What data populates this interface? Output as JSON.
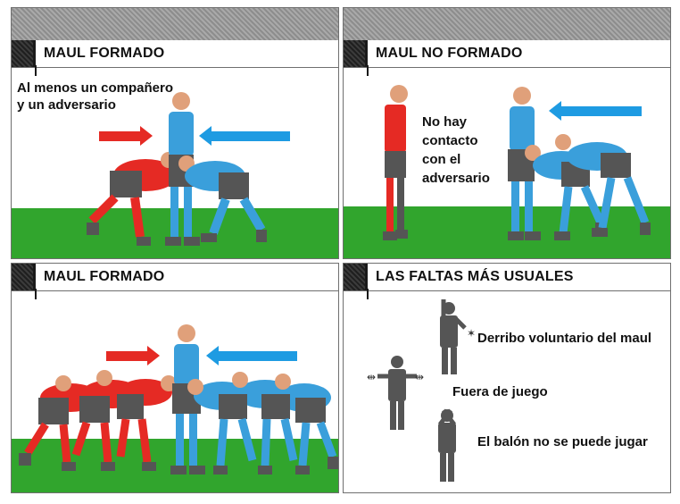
{
  "panels": {
    "top_left": {
      "title": "MAUL FORMADO",
      "caption_line1": "Al menos un compañero",
      "caption_line2": "y un adversario"
    },
    "top_right": {
      "title": "MAUL NO FORMADO",
      "caption_line1": "No hay",
      "caption_line2": "contacto",
      "caption_line3": "con el",
      "caption_line4": "adversario"
    },
    "bottom_left": {
      "title": "MAUL FORMADO"
    },
    "bottom_right": {
      "title": "LAS FALTAS MÁS USUALES",
      "item1": "Derribo voluntario del maul",
      "item2": "Fuera de juego",
      "item3": "El balón no se puede jugar"
    }
  },
  "colors": {
    "red_team": "#e52a24",
    "blue_team": "#3a9fdb",
    "grass": "#31a52d",
    "arrow_red": "#e52a24",
    "arrow_blue": "#1e9be2"
  },
  "icons": [
    "red-arrow-right-icon",
    "blue-arrow-left-icon",
    "referee-figure-icon"
  ]
}
